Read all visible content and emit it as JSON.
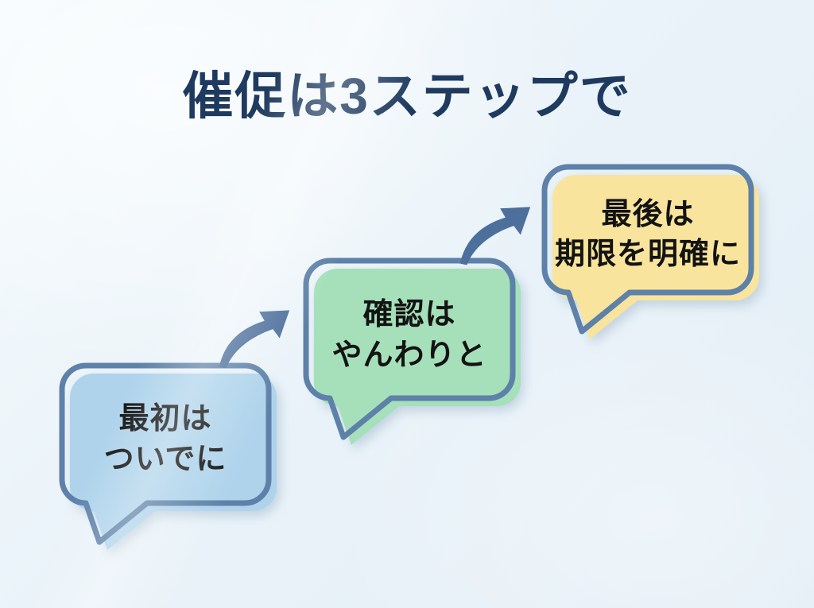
{
  "title": "催促は3ステップで",
  "colors": {
    "title_text": "#1e3a5e",
    "bubble_outline": "#5d81a8",
    "arrow": "#4c6f9b",
    "bubble_text": "#131313",
    "background": "#eaf3f9"
  },
  "steps": [
    {
      "order": 1,
      "fill": "#aed3eb",
      "lines": [
        "最初は",
        "ついでに"
      ]
    },
    {
      "order": 2,
      "fill": "#a5e0ba",
      "lines": [
        "確認は",
        "やんわりと"
      ]
    },
    {
      "order": 3,
      "fill": "#f8e49c",
      "lines": [
        "最後は",
        "期限を明確に"
      ]
    }
  ]
}
